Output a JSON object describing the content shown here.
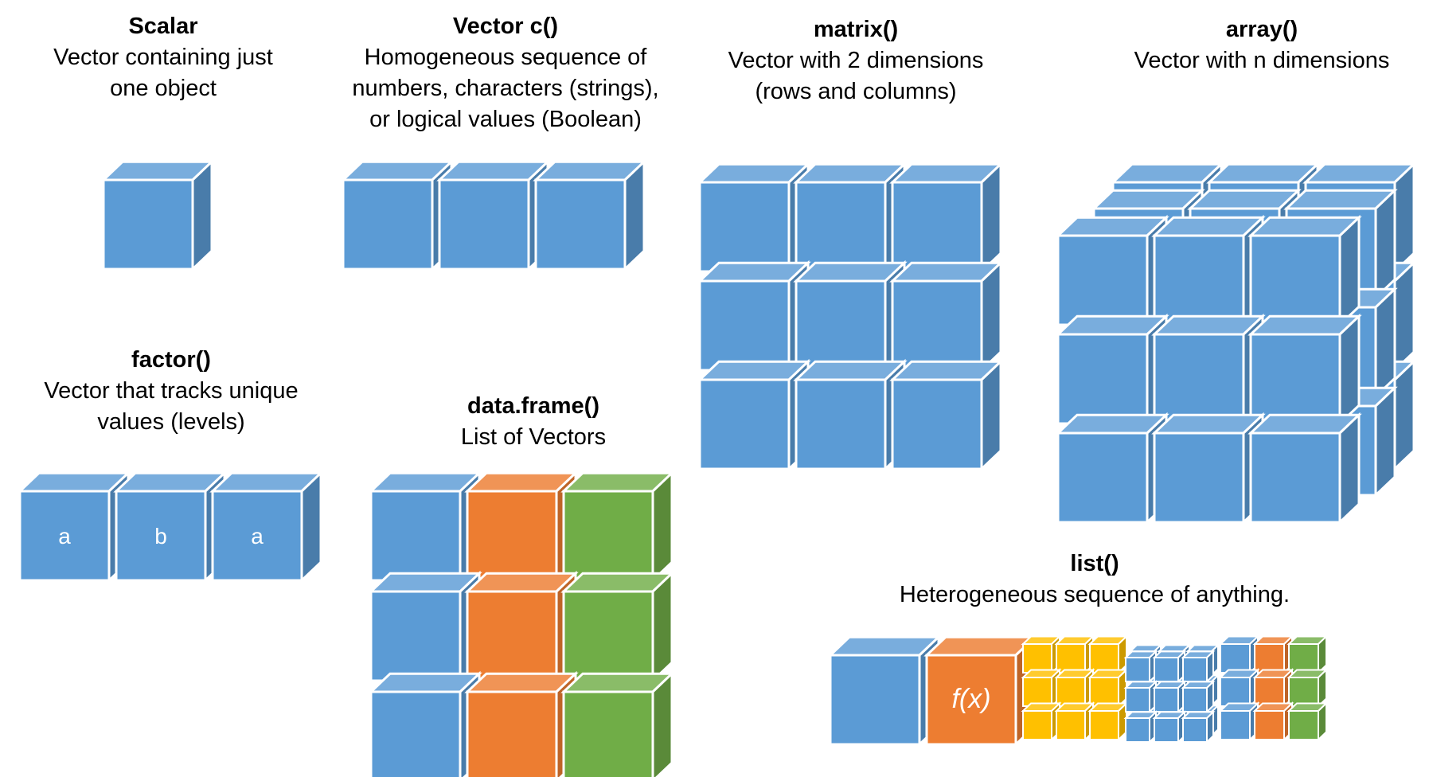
{
  "colors": {
    "blue": "#5b9bd5",
    "orange": "#ed7d31",
    "green": "#70ad47",
    "yellow": "#ffc000",
    "edge": "#ffffff"
  },
  "sections": {
    "scalar": {
      "title": "Scalar",
      "desc": "Vector containing just\none object"
    },
    "vector": {
      "title": "Vector c()",
      "desc": "Homogeneous sequence of\nnumbers, characters (strings),\nor logical values (Boolean)"
    },
    "matrix": {
      "title": "matrix()",
      "desc": "Vector with 2 dimensions\n(rows and columns)"
    },
    "array": {
      "title": "array()",
      "desc": "Vector with n dimensions"
    },
    "factor": {
      "title": "factor()",
      "desc": "Vector that tracks unique\nvalues (levels)",
      "cells": [
        "a",
        "b",
        "a"
      ]
    },
    "dataframe": {
      "title": "data.frame()",
      "desc": "List of Vectors"
    },
    "list": {
      "title": "list()",
      "desc": "Heterogeneous sequence of anything.",
      "function_label": "f(x)"
    }
  }
}
